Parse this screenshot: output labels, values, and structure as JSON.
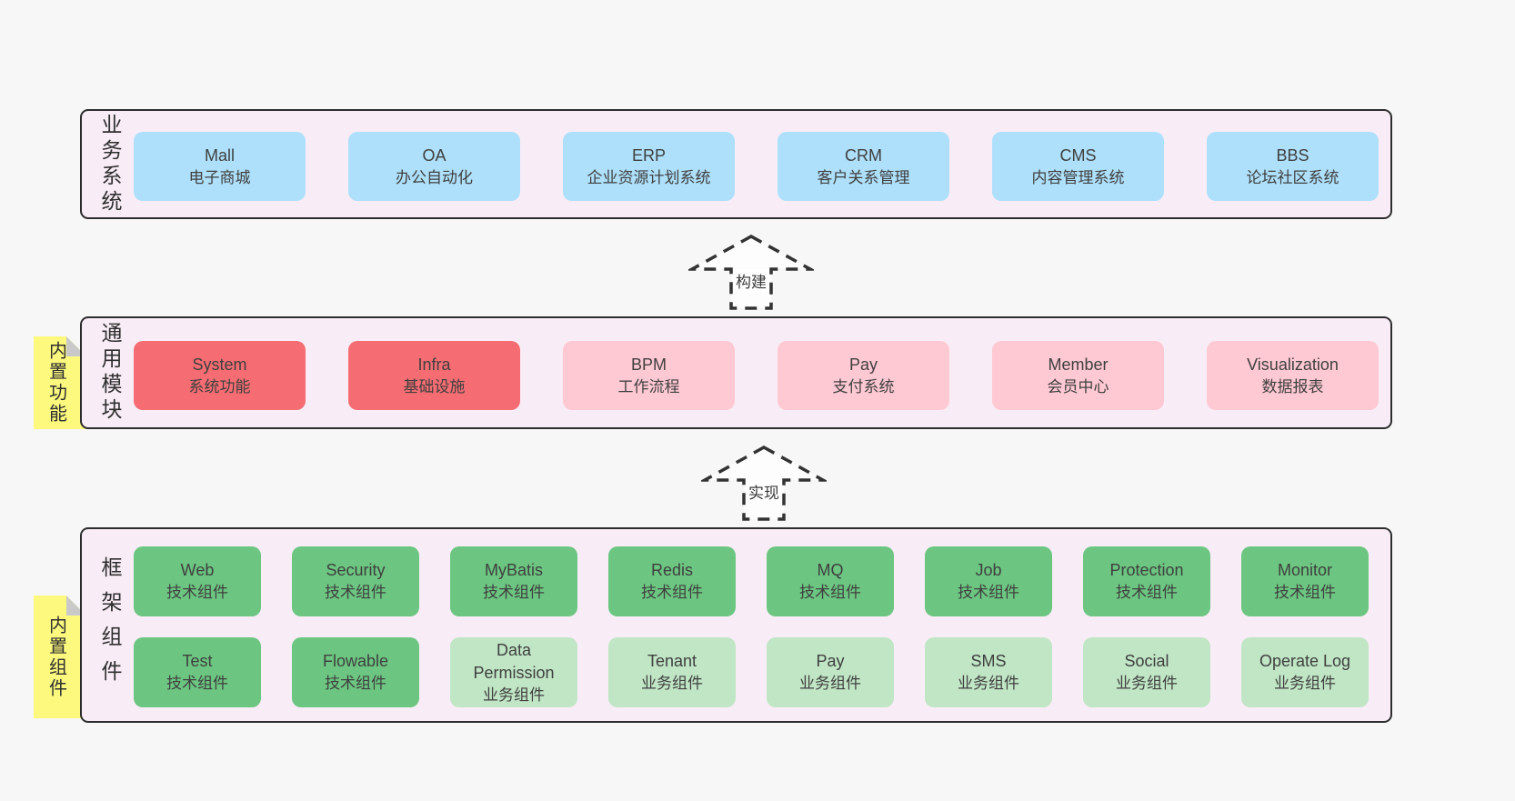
{
  "diagram": {
    "layers": {
      "business": {
        "side_label": "业务系统",
        "boxes": [
          {
            "name": "Mall",
            "desc": "电子商城"
          },
          {
            "name": "OA",
            "desc": "办公自动化"
          },
          {
            "name": "ERP",
            "desc": "企业资源计划系统"
          },
          {
            "name": "CRM",
            "desc": "客户关系管理"
          },
          {
            "name": "CMS",
            "desc": "内容管理系统"
          },
          {
            "name": "BBS",
            "desc": "论坛社区系统"
          }
        ]
      },
      "modules": {
        "side_label": "通用模块",
        "note_label": "内置功能",
        "boxes": [
          {
            "name": "System",
            "desc": "系统功能"
          },
          {
            "name": "Infra",
            "desc": "基础设施"
          },
          {
            "name": "BPM",
            "desc": "工作流程"
          },
          {
            "name": "Pay",
            "desc": "支付系统"
          },
          {
            "name": "Member",
            "desc": "会员中心"
          },
          {
            "name": "Visualization",
            "desc": "数据报表"
          }
        ]
      },
      "components": {
        "side_label": "框架组件",
        "note_label": "内置组件",
        "row1": [
          {
            "name": "Web",
            "desc": "技术组件"
          },
          {
            "name": "Security",
            "desc": "技术组件"
          },
          {
            "name": "MyBatis",
            "desc": "技术组件"
          },
          {
            "name": "Redis",
            "desc": "技术组件"
          },
          {
            "name": "MQ",
            "desc": "技术组件"
          },
          {
            "name": "Job",
            "desc": "技术组件"
          },
          {
            "name": "Protection",
            "desc": "技术组件"
          },
          {
            "name": "Monitor",
            "desc": "技术组件"
          }
        ],
        "row2": [
          {
            "name": "Test",
            "desc": "技术组件"
          },
          {
            "name": "Flowable",
            "desc": "技术组件"
          },
          {
            "name": "Data Permission",
            "desc": "业务组件"
          },
          {
            "name": "Tenant",
            "desc": "业务组件"
          },
          {
            "name": "Pay",
            "desc": "业务组件"
          },
          {
            "name": "SMS",
            "desc": "业务组件"
          },
          {
            "name": "Social",
            "desc": "业务组件"
          },
          {
            "name": "Operate Log",
            "desc": "业务组件"
          }
        ]
      }
    },
    "arrows": {
      "build": {
        "label": "构建"
      },
      "implement": {
        "label": "实现"
      }
    },
    "colors": {
      "business_system_box": "#aee0fb",
      "core_module_box": "#f56d72",
      "optional_module_box": "#ffc9d3",
      "tech_component_box": "#6cc681",
      "biz_component_box": "#c0e6c5",
      "sticky_note": "#fcf97e",
      "panel_background": "#f8edf6"
    }
  }
}
